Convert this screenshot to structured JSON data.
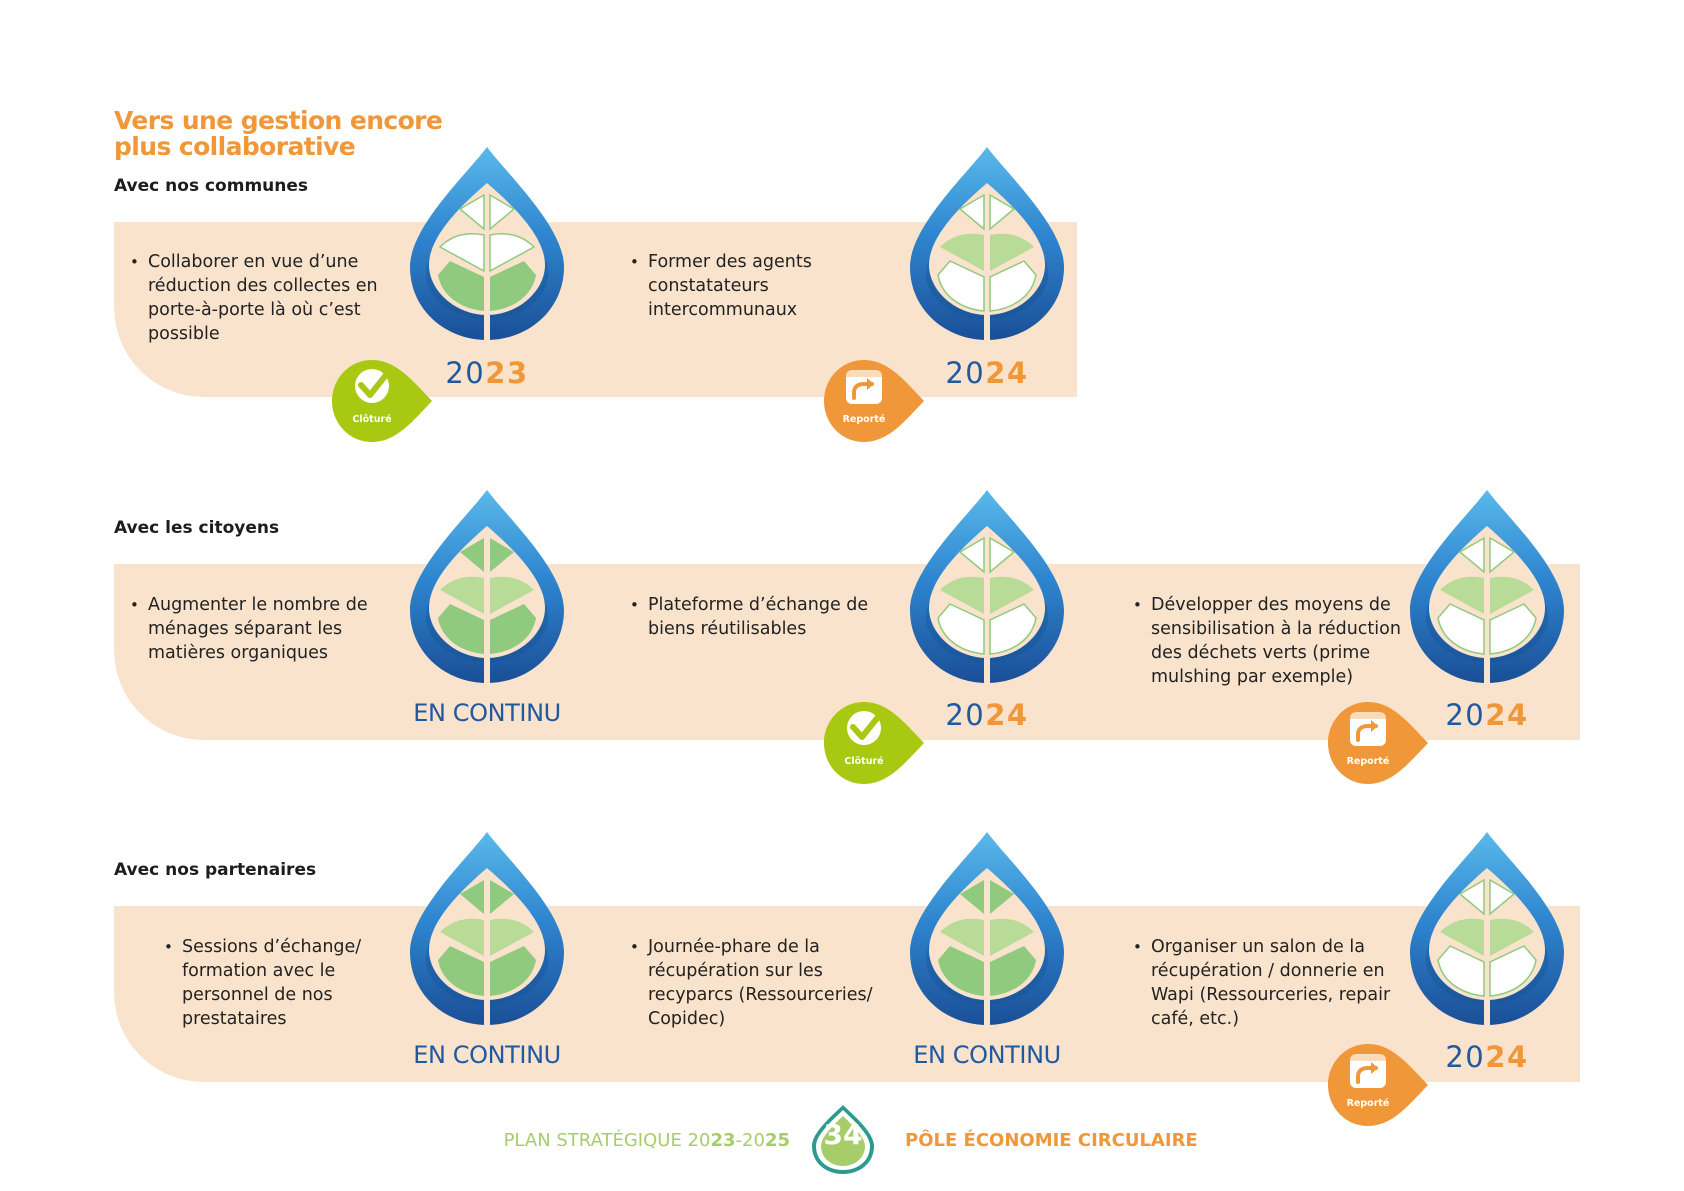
{
  "title": {
    "line1": "Vers une gestion encore",
    "line2": "plus collaborative"
  },
  "sections": [
    {
      "label": "Avec nos communes",
      "items": [
        {
          "text": "Collaborer en vue d’une réduction des collectes en porte-à-porte là où c’est possible",
          "year_prefix": "20",
          "year_suffix": "23",
          "badge": "Clôturé"
        },
        {
          "text": "Former des agents constatateurs intercommunaux",
          "year_prefix": "20",
          "year_suffix": "24",
          "badge": "Reporté"
        }
      ]
    },
    {
      "label": "Avec les citoyens",
      "items": [
        {
          "text": "Augmenter le nombre de ménages séparant les matières organiques",
          "status": "EN CONTINU"
        },
        {
          "text": "Plateforme d’échange de biens réutilisables",
          "year_prefix": "20",
          "year_suffix": "24",
          "badge": "Clôturé"
        },
        {
          "text": "Développer des moyens de sensibilisation à la réduction des déchets verts (prime mulshing par exemple)",
          "year_prefix": "20",
          "year_suffix": "24",
          "badge": "Reporté"
        }
      ]
    },
    {
      "label": "Avec nos partenaires",
      "items": [
        {
          "text": "Sessions d’échange/ formation avec le personnel de nos prestataires",
          "status": "EN CONTINU"
        },
        {
          "text": "Journée-phare de la récupération sur les recyparcs (Ressourceries/ Copidec)",
          "status": "EN CONTINU"
        },
        {
          "text": "Organiser un salon de la récupération / donnerie en Wapi (Ressourceries, repair café, etc.)",
          "year_prefix": "20",
          "year_suffix": "24",
          "badge": "Reporté"
        }
      ]
    }
  ],
  "footer": {
    "left_prefix": "PLAN STRATÉGIQUE 20",
    "left_b1": "23",
    "left_mid": "-20",
    "left_b2": "25",
    "page_number": "34",
    "right": "PÔLE ÉCONOMIE CIRCULAIRE"
  },
  "colors": {
    "orange": "#f0973a",
    "blue": "#1f5aa0",
    "band": "#fae3cc",
    "green_badge": "#a9c811",
    "leaf_green": "#8fca7e",
    "leaf_light": "#b8dc97"
  },
  "icons": [
    "water-drop-leaf-icon",
    "checkmark-icon",
    "calendar-arrow-icon"
  ]
}
